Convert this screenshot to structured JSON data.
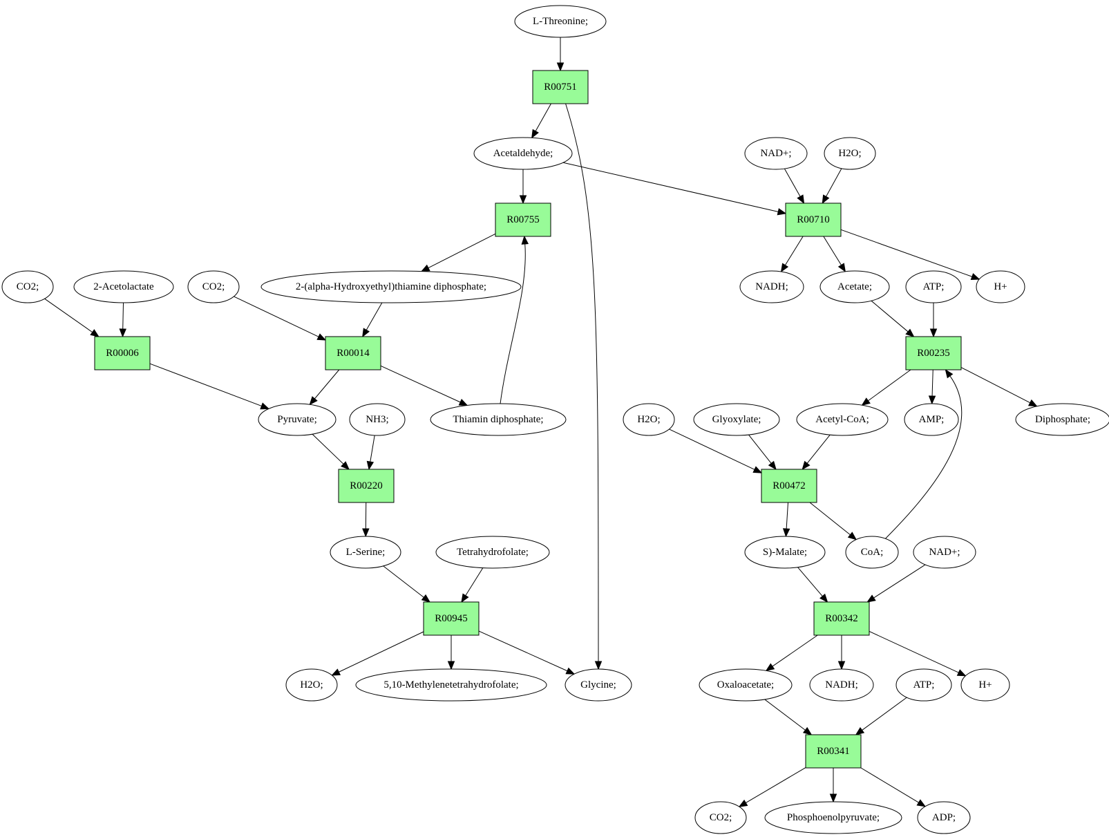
{
  "colors": {
    "reaction": "#98fb98",
    "source": "#00ee00",
    "target": "#ffff00",
    "compound": "#ffffff",
    "stroke": "#000000"
  },
  "nodes": [
    {
      "id": "l_threonine",
      "label": "L-Threonine;",
      "kind": "source"
    },
    {
      "id": "r00751",
      "label": "R00751",
      "kind": "reaction"
    },
    {
      "id": "acetaldehyde",
      "label": "Acetaldehyde;",
      "kind": "compound"
    },
    {
      "id": "nad1",
      "label": "NAD+;",
      "kind": "compound"
    },
    {
      "id": "h2o_1",
      "label": "H2O;",
      "kind": "compound"
    },
    {
      "id": "r00755",
      "label": "R00755",
      "kind": "reaction"
    },
    {
      "id": "r00710",
      "label": "R00710",
      "kind": "reaction"
    },
    {
      "id": "co2_1",
      "label": "CO2;",
      "kind": "compound"
    },
    {
      "id": "acetolactate",
      "label": "2-Acetolactate",
      "kind": "compound"
    },
    {
      "id": "co2_2",
      "label": "CO2;",
      "kind": "compound"
    },
    {
      "id": "hetpp",
      "label": "2-(alpha-Hydroxyethyl)thiamine diphosphate;",
      "kind": "compound"
    },
    {
      "id": "nadh1",
      "label": "NADH;",
      "kind": "compound"
    },
    {
      "id": "acetate",
      "label": "Acetate;",
      "kind": "compound"
    },
    {
      "id": "atp1",
      "label": "ATP;",
      "kind": "compound"
    },
    {
      "id": "hplus1",
      "label": "H+",
      "kind": "compound"
    },
    {
      "id": "r00006",
      "label": "R00006",
      "kind": "reaction"
    },
    {
      "id": "r00014",
      "label": "R00014",
      "kind": "reaction"
    },
    {
      "id": "r00235",
      "label": "R00235",
      "kind": "reaction"
    },
    {
      "id": "pyruvate",
      "label": "Pyruvate;",
      "kind": "compound"
    },
    {
      "id": "nh3",
      "label": "NH3;",
      "kind": "compound"
    },
    {
      "id": "thiamin_dp",
      "label": "Thiamin diphosphate;",
      "kind": "compound"
    },
    {
      "id": "h2o_2",
      "label": "H2O;",
      "kind": "compound"
    },
    {
      "id": "glyoxylate",
      "label": "Glyoxylate;",
      "kind": "compound"
    },
    {
      "id": "acetyl_coa",
      "label": "Acetyl-CoA;",
      "kind": "compound"
    },
    {
      "id": "amp",
      "label": "AMP;",
      "kind": "compound"
    },
    {
      "id": "diphosphate",
      "label": "Diphosphate;",
      "kind": "compound"
    },
    {
      "id": "r00220",
      "label": "R00220",
      "kind": "reaction"
    },
    {
      "id": "r00472",
      "label": "R00472",
      "kind": "reaction"
    },
    {
      "id": "l_serine",
      "label": "L-Serine;",
      "kind": "compound"
    },
    {
      "id": "thf",
      "label": "Tetrahydrofolate;",
      "kind": "compound"
    },
    {
      "id": "s_malate",
      "label": "S)-Malate;",
      "kind": "compound"
    },
    {
      "id": "coa",
      "label": "CoA;",
      "kind": "compound"
    },
    {
      "id": "nad2",
      "label": "NAD+;",
      "kind": "compound"
    },
    {
      "id": "r00945",
      "label": "R00945",
      "kind": "reaction"
    },
    {
      "id": "r00342",
      "label": "R00342",
      "kind": "reaction"
    },
    {
      "id": "h2o_3",
      "label": "H2O;",
      "kind": "compound"
    },
    {
      "id": "methylene_thf",
      "label": "5,10-Methylenetetrahydrofolate;",
      "kind": "compound"
    },
    {
      "id": "glycine",
      "label": "Glycine;",
      "kind": "target"
    },
    {
      "id": "oxaloacetate",
      "label": "Oxaloacetate;",
      "kind": "compound"
    },
    {
      "id": "nadh2",
      "label": "NADH;",
      "kind": "compound"
    },
    {
      "id": "atp2",
      "label": "ATP;",
      "kind": "compound"
    },
    {
      "id": "hplus2",
      "label": "H+",
      "kind": "compound"
    },
    {
      "id": "r00341",
      "label": "R00341",
      "kind": "reaction"
    },
    {
      "id": "co2_3",
      "label": "CO2;",
      "kind": "compound"
    },
    {
      "id": "pep",
      "label": "Phosphoenolpyruvate;",
      "kind": "compound"
    },
    {
      "id": "adp",
      "label": "ADP;",
      "kind": "compound"
    }
  ],
  "edges": [
    {
      "from": "l_threonine",
      "to": "r00751"
    },
    {
      "from": "r00751",
      "to": "acetaldehyde"
    },
    {
      "from": "r00751",
      "to": "glycine"
    },
    {
      "from": "acetaldehyde",
      "to": "r00755"
    },
    {
      "from": "acetaldehyde",
      "to": "r00710"
    },
    {
      "from": "nad1",
      "to": "r00710"
    },
    {
      "from": "h2o_1",
      "to": "r00710"
    },
    {
      "from": "r00755",
      "to": "hetpp"
    },
    {
      "from": "r00710",
      "to": "nadh1"
    },
    {
      "from": "r00710",
      "to": "acetate"
    },
    {
      "from": "r00710",
      "to": "hplus1"
    },
    {
      "from": "co2_1",
      "to": "r00006"
    },
    {
      "from": "acetolactate",
      "to": "r00006"
    },
    {
      "from": "co2_2",
      "to": "r00014"
    },
    {
      "from": "hetpp",
      "to": "r00014"
    },
    {
      "from": "acetate",
      "to": "r00235"
    },
    {
      "from": "atp1",
      "to": "r00235"
    },
    {
      "from": "r00006",
      "to": "pyruvate"
    },
    {
      "from": "r00014",
      "to": "pyruvate"
    },
    {
      "from": "r00014",
      "to": "thiamin_dp"
    },
    {
      "from": "thiamin_dp",
      "to": "r00755"
    },
    {
      "from": "r00235",
      "to": "acetyl_coa"
    },
    {
      "from": "r00235",
      "to": "amp"
    },
    {
      "from": "r00235",
      "to": "diphosphate"
    },
    {
      "from": "pyruvate",
      "to": "r00220"
    },
    {
      "from": "nh3",
      "to": "r00220"
    },
    {
      "from": "h2o_2",
      "to": "r00472"
    },
    {
      "from": "glyoxylate",
      "to": "r00472"
    },
    {
      "from": "acetyl_coa",
      "to": "r00472"
    },
    {
      "from": "r00220",
      "to": "l_serine"
    },
    {
      "from": "r00472",
      "to": "s_malate"
    },
    {
      "from": "r00472",
      "to": "coa"
    },
    {
      "from": "coa",
      "to": "r00235"
    },
    {
      "from": "l_serine",
      "to": "r00945"
    },
    {
      "from": "thf",
      "to": "r00945"
    },
    {
      "from": "s_malate",
      "to": "r00342"
    },
    {
      "from": "nad2",
      "to": "r00342"
    },
    {
      "from": "r00945",
      "to": "h2o_3"
    },
    {
      "from": "r00945",
      "to": "methylene_thf"
    },
    {
      "from": "r00945",
      "to": "glycine"
    },
    {
      "from": "r00342",
      "to": "oxaloacetate"
    },
    {
      "from": "r00342",
      "to": "nadh2"
    },
    {
      "from": "r00342",
      "to": "hplus2"
    },
    {
      "from": "oxaloacetate",
      "to": "r00341"
    },
    {
      "from": "atp2",
      "to": "r00341"
    },
    {
      "from": "r00341",
      "to": "co2_3"
    },
    {
      "from": "r00341",
      "to": "pep"
    },
    {
      "from": "r00341",
      "to": "adp"
    }
  ]
}
